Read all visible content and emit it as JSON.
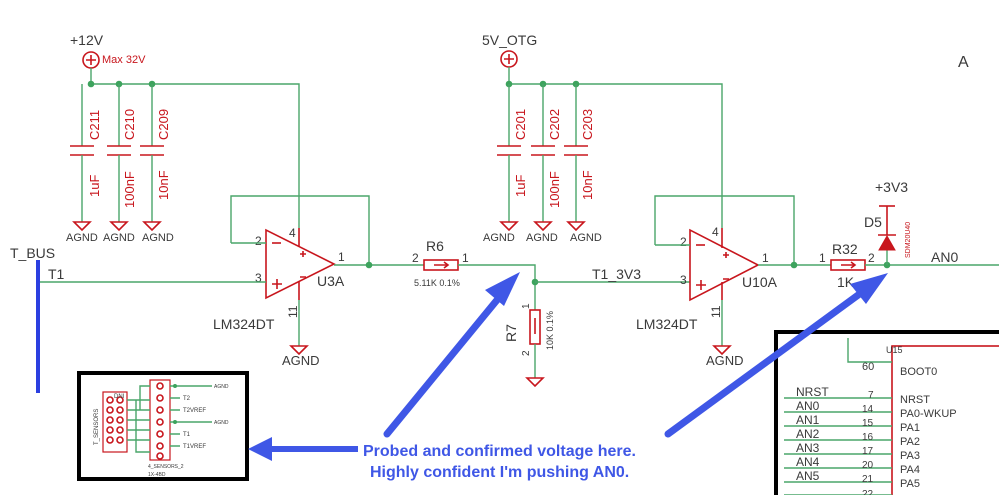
{
  "rails": {
    "v12": "+12V",
    "max": "Max 32V",
    "otg": "5V_OTG",
    "v3v3": "+3V3"
  },
  "corner_label": "A",
  "caps_left": [
    {
      "ref": "C211",
      "value": "1uF"
    },
    {
      "ref": "C210",
      "value": "100nF"
    },
    {
      "ref": "C209",
      "value": "10nF"
    }
  ],
  "caps_mid": [
    {
      "ref": "C201",
      "value": "1uF"
    },
    {
      "ref": "C202",
      "value": "100nF"
    },
    {
      "ref": "C203",
      "value": "10nF"
    }
  ],
  "gnd_label": "AGND",
  "opamp1": {
    "ref": "U3A",
    "part": "LM324DT",
    "pins": [
      "2",
      "3",
      "4",
      "11",
      "1"
    ]
  },
  "opamp2": {
    "ref": "U10A",
    "part": "LM324DT",
    "pins": [
      "2",
      "3",
      "4",
      "11",
      "1"
    ]
  },
  "signals": {
    "t_bus": "T_BUS",
    "t1": "T1",
    "t1_3v3": "T1_3V3",
    "an0": "AN0"
  },
  "r6": {
    "ref": "R6",
    "value": "5.11K 0.1%",
    "pin_left": "2",
    "pin_right": "1"
  },
  "r7": {
    "ref": "R7",
    "value": "10K 0.1%",
    "pin_top": "1",
    "pin_bot": "2"
  },
  "r32": {
    "ref": "R32",
    "value": "1K",
    "pin_left": "1",
    "pin_right": "2"
  },
  "d5": {
    "ref": "D5",
    "part": "SDM20U40"
  },
  "mcu": {
    "ref": "U15",
    "pins": [
      {
        "num": "60",
        "net": "",
        "name": "BOOT0"
      },
      {
        "num": "7",
        "net": "NRST",
        "name": "NRST"
      },
      {
        "num": "14",
        "net": "AN0",
        "name": "PA0-WKUP"
      },
      {
        "num": "15",
        "net": "AN1",
        "name": "PA1"
      },
      {
        "num": "16",
        "net": "AN2",
        "name": "PA2"
      },
      {
        "num": "17",
        "net": "AN3",
        "name": "PA3"
      },
      {
        "num": "20",
        "net": "AN4",
        "name": "PA4"
      },
      {
        "num": "21",
        "net": "AN5",
        "name": "PA5"
      },
      {
        "num": "22",
        "net": "",
        "name": ""
      }
    ]
  },
  "inset": {
    "header": "DNI",
    "side": "T_SENSORS",
    "labels": [
      "AGND",
      "T2",
      "T2VREF",
      "AGND",
      "T1",
      "T1VREF"
    ],
    "bottom": "4_SENSORS_2",
    "part": "1X-4BD"
  },
  "callout": [
    "Probed and confirmed voltage here.",
    "Highly confident I'm pushing AN0."
  ]
}
